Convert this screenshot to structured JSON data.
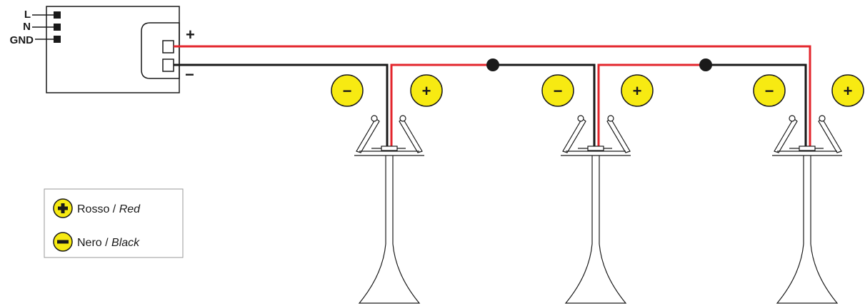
{
  "driver": {
    "inputs": [
      "L",
      "N",
      "GND"
    ],
    "output_plus": "+",
    "output_minus": "−"
  },
  "lamps": [
    {
      "minus_badge": "−",
      "plus_badge": "+"
    },
    {
      "minus_badge": "−",
      "plus_badge": "+"
    },
    {
      "minus_badge": "−",
      "plus_badge": "+"
    }
  ],
  "legend": {
    "red": {
      "symbol": "+",
      "name": "Rosso",
      "separator": " / ",
      "name_en": "Red"
    },
    "black": {
      "symbol": "−",
      "name": "Nero",
      "separator": " / ",
      "name_en": "Black"
    }
  },
  "colors": {
    "red_wire": "#e3262c",
    "black_wire": "#1a1a1a",
    "badge_fill": "#f7ea12",
    "outline": "#1a1a1a"
  }
}
